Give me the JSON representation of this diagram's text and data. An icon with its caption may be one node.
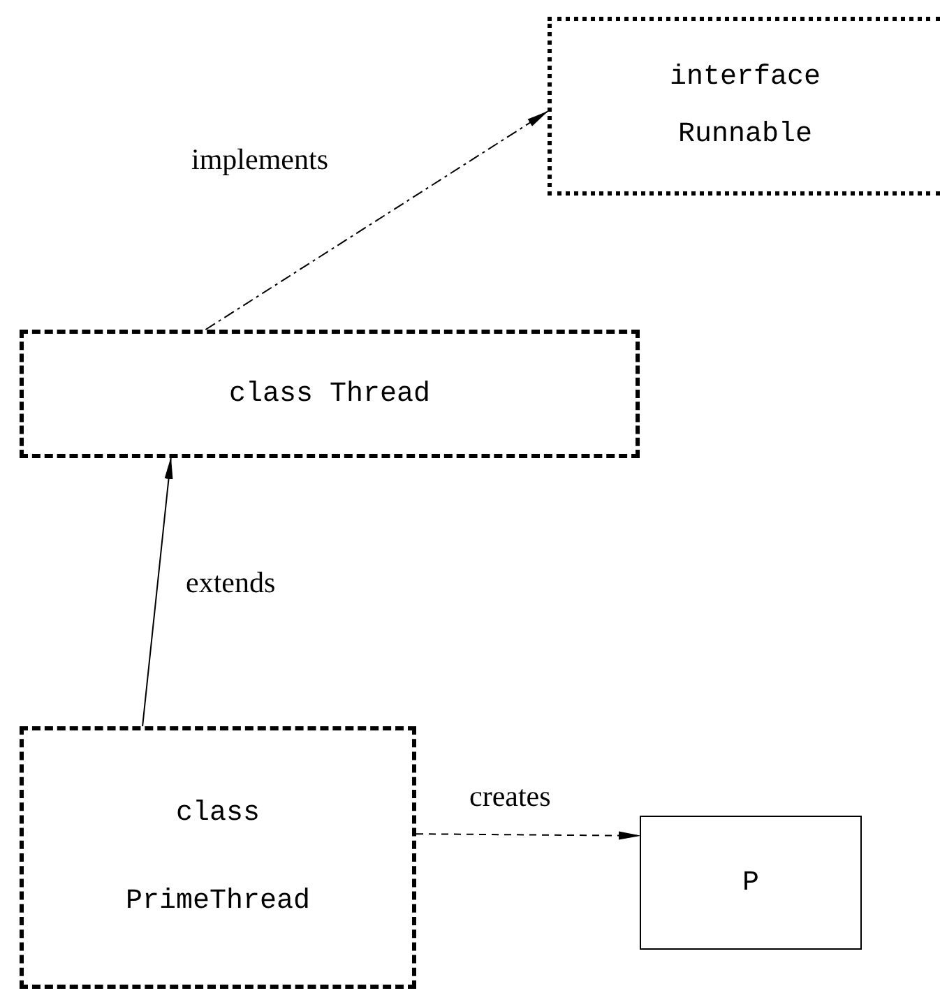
{
  "diagram": {
    "nodes": [
      {
        "text": [
          "interface",
          "Runnable"
        ]
      },
      {
        "text": [
          "class Thread"
        ]
      },
      {
        "text": [
          "class",
          "PrimeThread"
        ]
      },
      {
        "text": [
          "P"
        ]
      }
    ],
    "edges": [
      {
        "from": 2,
        "to": 1,
        "arrow": "to",
        "label": "extends"
      },
      {
        "from": 1,
        "to": 0,
        "arrow": "to",
        "label": "implements",
        "style": "dashed"
      },
      {
        "from": 2,
        "to": 3,
        "arrow": "to",
        "label": "creates",
        "style": "dashed"
      }
    ]
  }
}
